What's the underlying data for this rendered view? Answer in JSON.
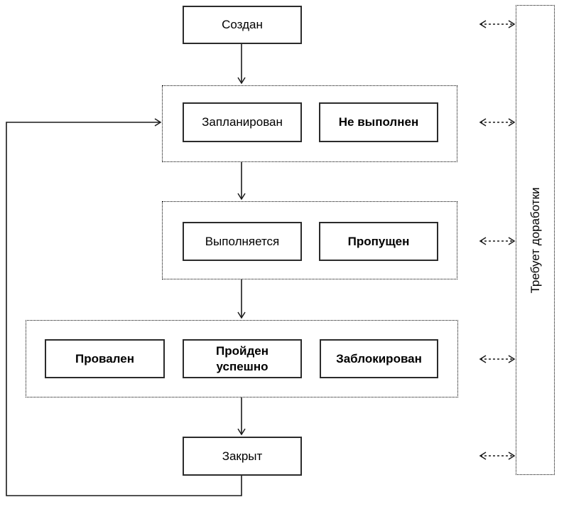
{
  "diagram": {
    "type": "state-flowchart",
    "language": "ru",
    "states": {
      "created": "Создан",
      "planned": "Запланирован",
      "not_executed": "Не выполнен",
      "executing": "Выполняется",
      "skipped": "Пропущен",
      "failed": "Провален",
      "passed": "Пройден\nуспешно",
      "blocked": "Заблокирован",
      "closed": "Закрыт",
      "needs_rework": "Требует доработки"
    },
    "colors": {
      "background": "#ffffff",
      "line": "#1a1a1a",
      "box_border": "#2b2b2b",
      "text": "#000000"
    }
  }
}
